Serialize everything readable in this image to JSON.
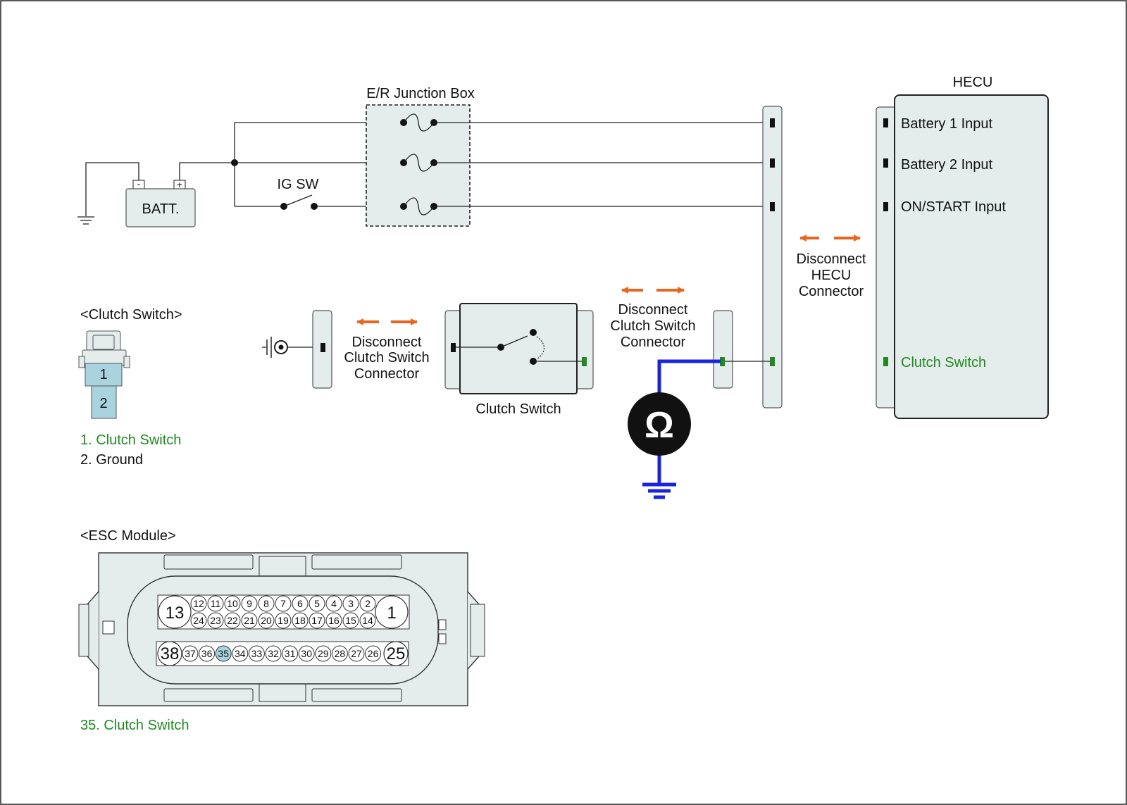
{
  "colors": {
    "panel_fill": "#e4ecec",
    "highlight_green": "#1f8a1f",
    "arrow_orange": "#e8661e",
    "meter_wire_blue": "#1a24e0",
    "pin_highlight": "#a9d4df"
  },
  "junction_box": {
    "title": "E/R Junction Box"
  },
  "battery": {
    "label": "BATT.",
    "neg": "-",
    "pos": "+"
  },
  "ig_switch": {
    "label": "IG SW"
  },
  "hecu": {
    "title": "HECU",
    "inputs": [
      "Battery 1 Input",
      "Battery 2 Input",
      "ON/START Input"
    ],
    "clutch_input": "Clutch Switch"
  },
  "disconnect_hecu": [
    "Disconnect",
    "HECU",
    "Connector"
  ],
  "disconnect_clutch_right": [
    "Disconnect",
    "Clutch Switch",
    "Connector"
  ],
  "disconnect_clutch_left": [
    "Disconnect",
    "Clutch Switch",
    "Connector"
  ],
  "clutch_switch_box": {
    "label": "Clutch Switch"
  },
  "meter": {
    "symbol": "Ω",
    "icon": "ohmmeter-icon"
  },
  "clutch_connector": {
    "title": "<Clutch Switch>",
    "pins": [
      "1",
      "2"
    ],
    "legend": [
      "1. Clutch Switch",
      "2. Ground"
    ]
  },
  "esc_module": {
    "title": "<ESC Module>",
    "row1_top": [
      "12",
      "11",
      "10",
      "9",
      "8",
      "7",
      "6",
      "5",
      "4",
      "3",
      "2"
    ],
    "row1_bottom": [
      "24",
      "23",
      "22",
      "21",
      "20",
      "19",
      "18",
      "17",
      "16",
      "15",
      "14"
    ],
    "row1_big_left": "13",
    "row1_big_right": "1",
    "row2": [
      "37",
      "36",
      "35",
      "34",
      "33",
      "32",
      "31",
      "30",
      "29",
      "28",
      "27",
      "26"
    ],
    "row2_big_left": "38",
    "row2_big_right": "25",
    "highlight_pin": "35",
    "legend": "35. Clutch Switch"
  }
}
